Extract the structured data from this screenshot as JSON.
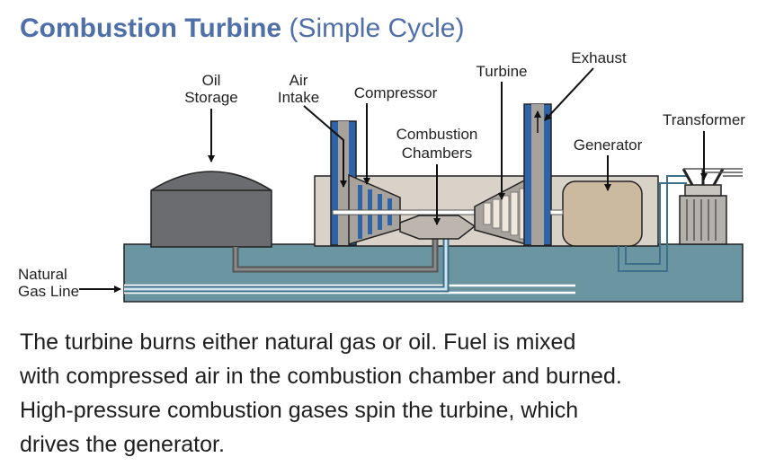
{
  "title": {
    "main": "Combustion Turbine",
    "sub": "(Simple Cycle)"
  },
  "labels": {
    "oil_storage": [
      "Oil",
      "Storage"
    ],
    "air_intake": [
      "Air",
      "Intake"
    ],
    "compressor": "Compressor",
    "combustion_chambers": [
      "Combustion",
      "Chambers"
    ],
    "turbine": "Turbine",
    "exhaust": "Exhaust",
    "generator": "Generator",
    "transformer": "Transformer",
    "natural_gas_line": [
      "Natural",
      "Gas Line"
    ]
  },
  "caption": [
    "The turbine burns either natural gas or oil. Fuel is mixed",
    "with compressed air in the combustion chamber and burned.",
    "High-pressure combustion gases spin the turbine, which",
    "drives the generator."
  ],
  "colors": {
    "title": "#4f6fa8",
    "ground": "#6b95a0",
    "building": "#d9d2c9",
    "tank": "#6a6c6f",
    "generator": "#cbb9a0",
    "metal": "#a8a29c",
    "duct_blue": "#2f63a8"
  }
}
